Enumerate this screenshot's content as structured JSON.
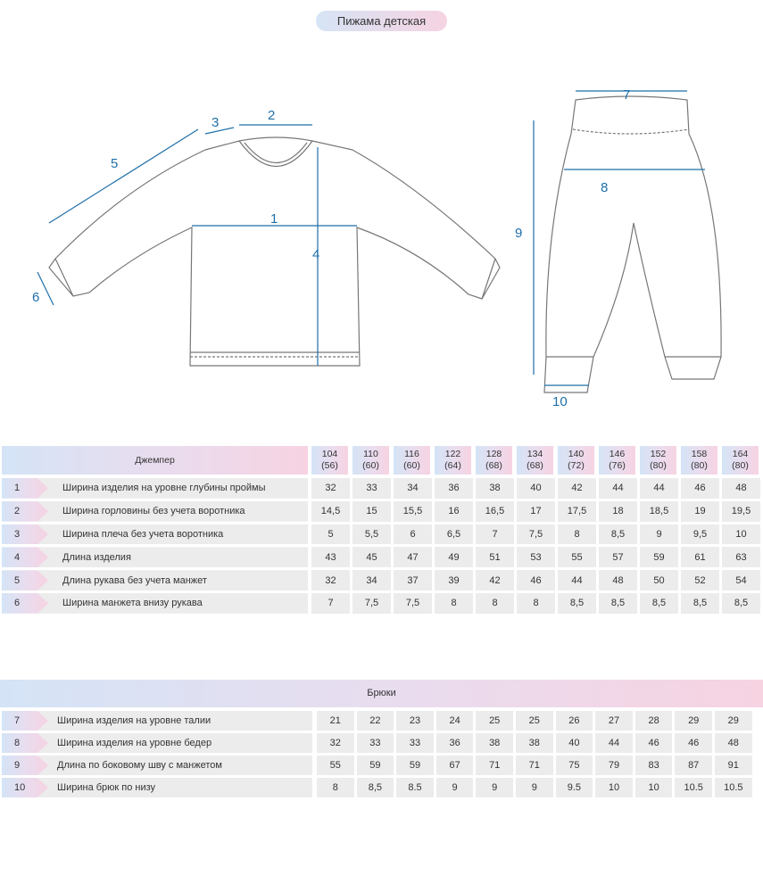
{
  "title": "Пижама детская",
  "diagram": {
    "jumper_dims": [
      "1",
      "2",
      "3",
      "4",
      "5",
      "6"
    ],
    "pants_dims": [
      "7",
      "8",
      "9",
      "10"
    ]
  },
  "sizes": [
    [
      "104",
      "(56)"
    ],
    [
      "110",
      "(60)"
    ],
    [
      "116",
      "(60)"
    ],
    [
      "122",
      "(64)"
    ],
    [
      "128",
      "(68)"
    ],
    [
      "134",
      "(68)"
    ],
    [
      "140",
      "(72)"
    ],
    [
      "146",
      "(76)"
    ],
    [
      "152",
      "(80)"
    ],
    [
      "158",
      "(80)"
    ],
    [
      "164",
      "(80)"
    ]
  ],
  "jumper": {
    "header": "Джемпер",
    "rows": [
      {
        "n": "1",
        "label": "Ширина изделия на уровне глубины проймы",
        "values": [
          "32",
          "33",
          "34",
          "36",
          "38",
          "40",
          "42",
          "44",
          "44",
          "46",
          "48"
        ]
      },
      {
        "n": "2",
        "label": "Ширина горловины без учета воротника",
        "values": [
          "14,5",
          "15",
          "15,5",
          "16",
          "16,5",
          "17",
          "17,5",
          "18",
          "18,5",
          "19",
          "19,5"
        ]
      },
      {
        "n": "3",
        "label": "Ширина плеча без учета воротника",
        "values": [
          "5",
          "5,5",
          "6",
          "6,5",
          "7",
          "7,5",
          "8",
          "8,5",
          "9",
          "9,5",
          "10"
        ]
      },
      {
        "n": "4",
        "label": "Длина изделия",
        "values": [
          "43",
          "45",
          "47",
          "49",
          "51",
          "53",
          "55",
          "57",
          "59",
          "61",
          "63"
        ]
      },
      {
        "n": "5",
        "label": "Длина рукава без учета манжет",
        "values": [
          "32",
          "34",
          "37",
          "39",
          "42",
          "46",
          "44",
          "48",
          "50",
          "52",
          "54"
        ]
      },
      {
        "n": "6",
        "label": "Ширина манжета внизу рукава",
        "values": [
          "7",
          "7,5",
          "7,5",
          "8",
          "8",
          "8",
          "8,5",
          "8,5",
          "8,5",
          "8,5",
          "8,5"
        ]
      }
    ]
  },
  "pants": {
    "header": "Брюки",
    "rows": [
      {
        "n": "7",
        "label": "Ширина изделия на уровне талии",
        "values": [
          "21",
          "22",
          "23",
          "24",
          "25",
          "25",
          "26",
          "27",
          "28",
          "29",
          "29"
        ]
      },
      {
        "n": "8",
        "label": "Ширина изделия на уровне бедер",
        "values": [
          "32",
          "33",
          "33",
          "36",
          "38",
          "38",
          "40",
          "44",
          "46",
          "46",
          "48"
        ]
      },
      {
        "n": "9",
        "label": "Длина по боковому шву с манжетом",
        "values": [
          "55",
          "59",
          "59",
          "67",
          "71",
          "71",
          "75",
          "79",
          "83",
          "87",
          "91"
        ]
      },
      {
        "n": "10",
        "label": "Ширина брюк по низу",
        "values": [
          "8",
          "8,5",
          "8.5",
          "9",
          "9",
          "9",
          "9.5",
          "10",
          "10",
          "10.5",
          "10.5"
        ]
      }
    ]
  }
}
